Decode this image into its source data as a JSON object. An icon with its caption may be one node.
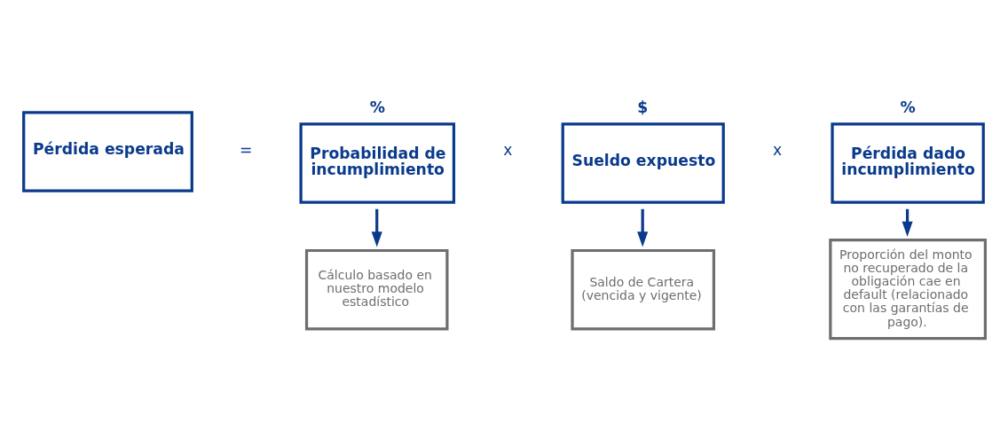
{
  "diagram": {
    "nodes": [
      {
        "text": [
          "Pérdida esperada"
        ]
      },
      {
        "text": [
          "Probabilidad de incumplimiento"
        ],
        "beside": [
          "%"
        ]
      },
      {
        "text": [
          "Sueldo expuesto"
        ],
        "beside": [
          "$"
        ]
      },
      {
        "text": [
          "Pérdida dado incumplimiento"
        ],
        "beside": [
          "%"
        ]
      },
      {
        "text": [
          "Cálculo basado en nuestro modelo estadístico"
        ]
      },
      {
        "text": [
          "Saldo de Cartera (vencida y vigente)"
        ]
      },
      {
        "text": [
          "Proporción del monto no recuperado de la obligación cae en default (relacionado con las garantías de pago)."
        ]
      }
    ],
    "edges": [
      {
        "from": 1,
        "to": 4,
        "arrow": "to"
      },
      {
        "from": 2,
        "to": 5,
        "arrow": "to"
      },
      {
        "from": 3,
        "to": 6,
        "arrow": "to"
      }
    ],
    "labels": [
      "=",
      "x",
      "x"
    ]
  }
}
